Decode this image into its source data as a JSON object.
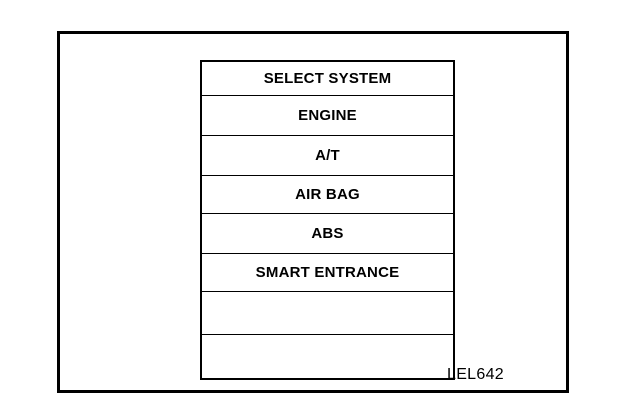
{
  "screen": {
    "header": "SELECT SYSTEM",
    "systems": [
      {
        "label": "ENGINE"
      },
      {
        "label": "A/T"
      },
      {
        "label": "AIR BAG"
      },
      {
        "label": "ABS"
      },
      {
        "label": "SMART ENTRANCE"
      },
      {
        "label": ""
      },
      {
        "label": ""
      }
    ]
  },
  "figure_code": "LEL642",
  "colors": {
    "background": "#ffffff",
    "line": "#000000",
    "text": "#000000"
  }
}
